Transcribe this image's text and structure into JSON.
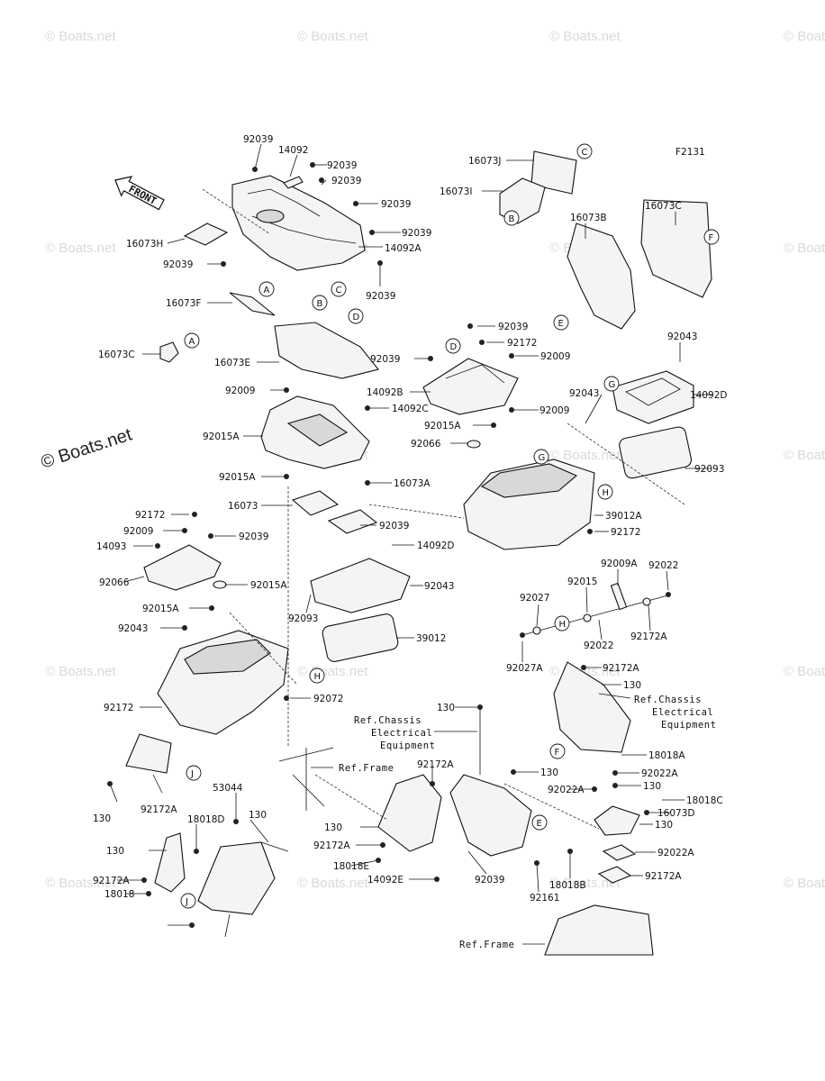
{
  "figure_code": "F2131",
  "front_label": "FRONT",
  "watermark": "© Boats.net",
  "callouts": [
    "A",
    "B",
    "C",
    "D",
    "E",
    "F",
    "G",
    "H",
    "J"
  ],
  "parts": [
    "92039",
    "14092",
    "92039",
    "92039",
    "92039",
    "92039",
    "14092A",
    "92039",
    "16073H",
    "92039",
    "16073F",
    "16073C",
    "16073E",
    "16073J",
    "16073I",
    "16073B",
    "16073C",
    "92039",
    "92172",
    "92009",
    "92039",
    "14092B",
    "92015A",
    "92066",
    "92043",
    "92043",
    "14092D",
    "92093",
    "39012A",
    "92172",
    "92009",
    "92009",
    "14092C",
    "92015A",
    "92015A",
    "16073A",
    "16073",
    "92039",
    "92172",
    "92009",
    "92039",
    "14093",
    "92066",
    "92015A",
    "92015A",
    "92043",
    "14092D",
    "92043",
    "92093",
    "39012",
    "92172",
    "92072",
    "92009A",
    "92022",
    "92027",
    "92015",
    "92027A",
    "92022",
    "92172A",
    "92172A",
    "130",
    "130",
    "130",
    "92022A",
    "130",
    "92022A",
    "18018C",
    "16073D",
    "130",
    "92022A",
    "92161",
    "18018B",
    "92172A",
    "18018A",
    "92172A",
    "130",
    "92172A",
    "18018E",
    "14092E",
    "92039",
    "92172A",
    "130",
    "53044",
    "18018D",
    "130",
    "130",
    "92172A",
    "18018"
  ],
  "references": {
    "chassis_top": [
      "Ref.Chassis",
      "Electrical",
      "Equipment"
    ],
    "chassis_mid": [
      "Ref.Chassis",
      "Electrical",
      "Equipment"
    ],
    "frame_mid": "Ref.Frame",
    "frame_bottom": "Ref.Frame"
  }
}
